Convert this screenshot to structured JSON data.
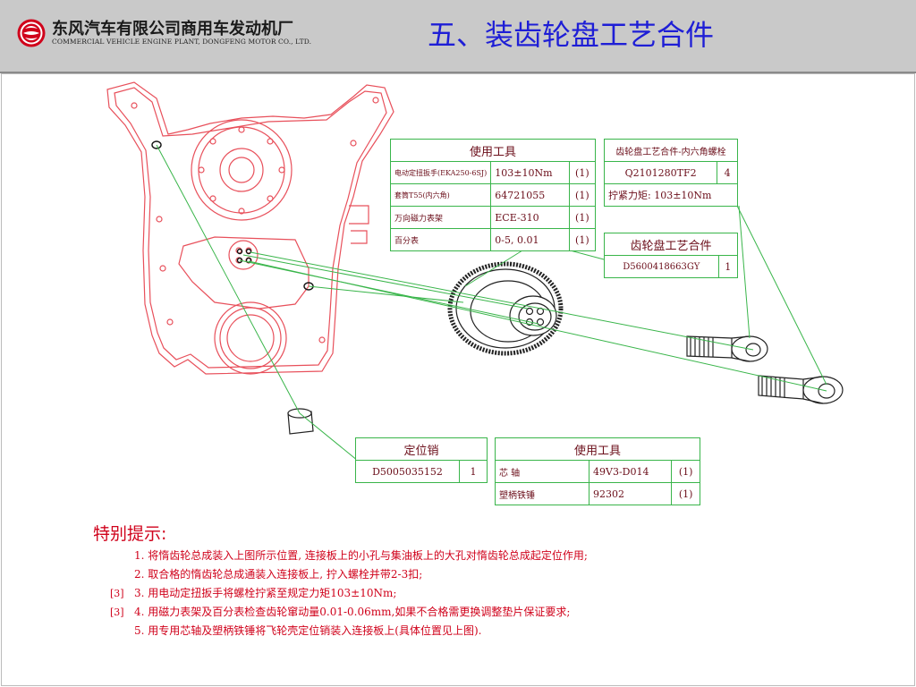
{
  "header": {
    "company_cn": "东风汽车有限公司商用车发动机厂",
    "company_en": "COMMERCIAL VEHICLE ENGINE PLANT, DONGFENG MOTOR CO., LTD.",
    "title": "五、装齿轮盘工艺合件",
    "logo_icon": "dongfeng-logo-icon",
    "accent_color": "#1e1ed6",
    "logo_color": "#d0021b"
  },
  "tools_top": {
    "title": "使用工具",
    "rows": [
      {
        "name": "电动定扭扳手(EKA250-6SJ)",
        "spec": "103±10Nm",
        "qty": "(1)"
      },
      {
        "name": "套筒T55(内六角)",
        "spec": "64721055",
        "qty": "(1)"
      },
      {
        "name": "万向磁力表架",
        "spec": "ECE-310",
        "qty": "(1)"
      },
      {
        "name": "百分表",
        "spec": "0-5, 0.01",
        "qty": "(1)"
      }
    ]
  },
  "bolt": {
    "title": "齿轮盘工艺合件-内六角螺栓",
    "part_no": "Q2101280TF2",
    "qty": "4",
    "torque": "拧紧力矩: 103±10Nm"
  },
  "gear_assembly": {
    "title": "齿轮盘工艺合件",
    "part_no": "D5600418663GY",
    "qty": "1"
  },
  "dowel": {
    "title": "定位销",
    "part_no": "D5005035152",
    "qty": "1"
  },
  "tools_bottom": {
    "title": "使用工具",
    "rows": [
      {
        "name": "芯  轴",
        "spec": "49V3-D014",
        "qty": "(1)"
      },
      {
        "name": "塑柄铁锤",
        "spec": "92302",
        "qty": "(1)"
      }
    ]
  },
  "notes": {
    "title": "特别提示:",
    "lines": [
      {
        "mark": "",
        "text": "1. 将惰齿轮总成装入上图所示位置, 连接板上的小孔与集油板上的大孔对惰齿轮总成起定位作用;"
      },
      {
        "mark": "",
        "text": "2. 取合格的惰齿轮总成通装入连接板上, 拧入螺栓并带2-3扣;"
      },
      {
        "mark": "[3]",
        "text": "3. 用电动定扭扳手将螺栓拧紧至规定力矩103±10Nm;"
      },
      {
        "mark": "[3]",
        "text": "4. 用磁力表架及百分表检查齿轮窜动量0.01-0.06mm,如果不合格需更换调整垫片保证要求;"
      },
      {
        "mark": "",
        "text": "5. 用专用芯轴及塑柄铁锤将飞轮壳定位销装入连接板上(具体位置见上图)."
      }
    ]
  },
  "colors": {
    "drawing_line": "#e8505b",
    "leader_line": "#39b54a",
    "table_text": "#6b0e1a",
    "note_text": "#d0021b"
  }
}
